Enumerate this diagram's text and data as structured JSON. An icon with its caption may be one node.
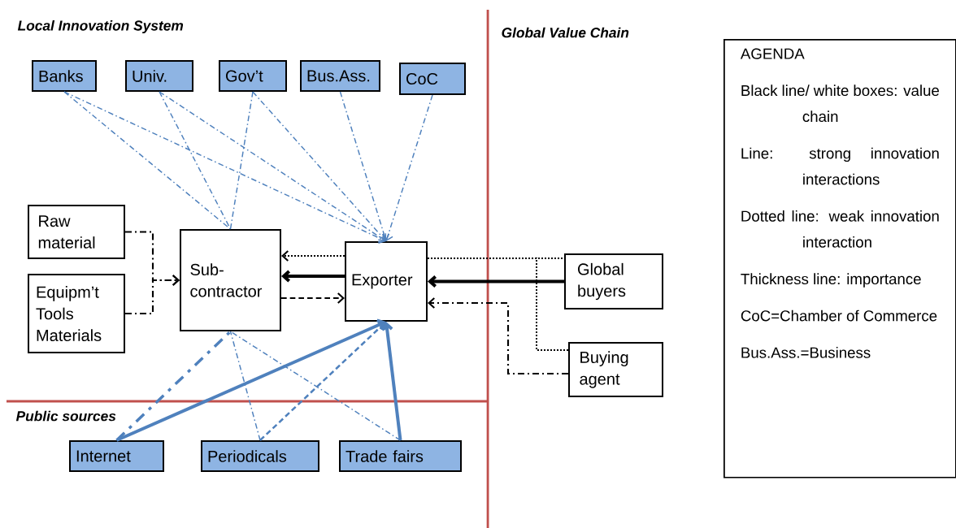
{
  "diagram": {
    "nodes": [
      {
        "text": [
          "Banks"
        ]
      },
      {
        "text": [
          "Univ."
        ]
      },
      {
        "text": [
          "Gov’t"
        ]
      },
      {
        "text": [
          "Bus.Ass."
        ]
      },
      {
        "text": [
          "CoC"
        ]
      },
      {
        "text": [
          "Raw material"
        ]
      },
      {
        "text": [
          "Equipm’t Tools Materials"
        ]
      },
      {
        "text": [
          "Sub-contractor"
        ]
      },
      {
        "text": [
          "Exporter"
        ]
      },
      {
        "text": [
          "Global buyers"
        ]
      },
      {
        "text": [
          "Buying agent"
        ]
      },
      {
        "text": [
          "Internet"
        ]
      },
      {
        "text": [
          "Periodicals"
        ]
      },
      {
        "text": [
          "Trade fairs"
        ]
      },
      {
        "text": [
          "AGENDA",
          "Black line/ white boxes: value chain",
          "Line: strong innovation interactions",
          "Dotted line: weak innovation interaction",
          "Thickness line: importance",
          "CoC=Chamber of Commerce",
          "Bus.Ass.=Business"
        ]
      }
    ],
    "edges": [
      {
        "from": 0,
        "to": 7,
        "arrow": "none",
        "style": "dashed"
      },
      {
        "from": 0,
        "to": 8,
        "arrow": "to",
        "style": "dashed"
      },
      {
        "from": 1,
        "to": 7,
        "arrow": "none",
        "style": "dashed"
      },
      {
        "from": 1,
        "to": 8,
        "arrow": "to",
        "style": "dashed"
      },
      {
        "from": 2,
        "to": 7,
        "arrow": "none",
        "style": "dashed"
      },
      {
        "from": 2,
        "to": 8,
        "arrow": "to",
        "style": "dashed"
      },
      {
        "from": 3,
        "to": 8,
        "arrow": "to",
        "style": "dashed"
      },
      {
        "from": 4,
        "to": 8,
        "arrow": "to",
        "style": "dashed"
      },
      {
        "from": 5,
        "to": 7,
        "arrow": "to",
        "style": "dashed",
        "color": "#000000"
      },
      {
        "from": 6,
        "to": 7,
        "arrow": "to",
        "style": "dashed",
        "color": "#000000"
      },
      {
        "from": 8,
        "to": 7,
        "arrow": "to",
        "style": "dashed",
        "color": "#000000"
      },
      {
        "from": 8,
        "to": 7,
        "arrow": "to",
        "style": "thick",
        "color": "#000000"
      },
      {
        "from": 7,
        "to": 8,
        "arrow": "to",
        "style": "dashed",
        "color": "#000000"
      },
      {
        "from": 9,
        "to": 8,
        "arrow": "to",
        "style": "thick",
        "color": "#000000"
      },
      {
        "from": 8,
        "to": 9,
        "arrow": "none",
        "style": "dashed",
        "color": "#000000"
      },
      {
        "from": 8,
        "to": 10,
        "arrow": "none",
        "style": "dashed",
        "color": "#000000"
      },
      {
        "from": 10,
        "to": 8,
        "arrow": "to",
        "style": "dashed",
        "color": "#000000"
      },
      {
        "from": 11,
        "to": 7,
        "arrow": "none",
        "style": "dashed"
      },
      {
        "from": 11,
        "to": 8,
        "arrow": "to",
        "style": "thick"
      },
      {
        "from": 12,
        "to": 7,
        "arrow": "none",
        "style": "dashed"
      },
      {
        "from": 12,
        "to": 8,
        "arrow": "to",
        "style": "dashed"
      },
      {
        "from": 13,
        "to": 7,
        "arrow": "none",
        "style": "dashed"
      },
      {
        "from": 13,
        "to": 8,
        "arrow": "to",
        "style": "thick"
      }
    ],
    "labels": [
      "Local Innovation System",
      "Global Value Chain",
      "Public sources"
    ]
  }
}
